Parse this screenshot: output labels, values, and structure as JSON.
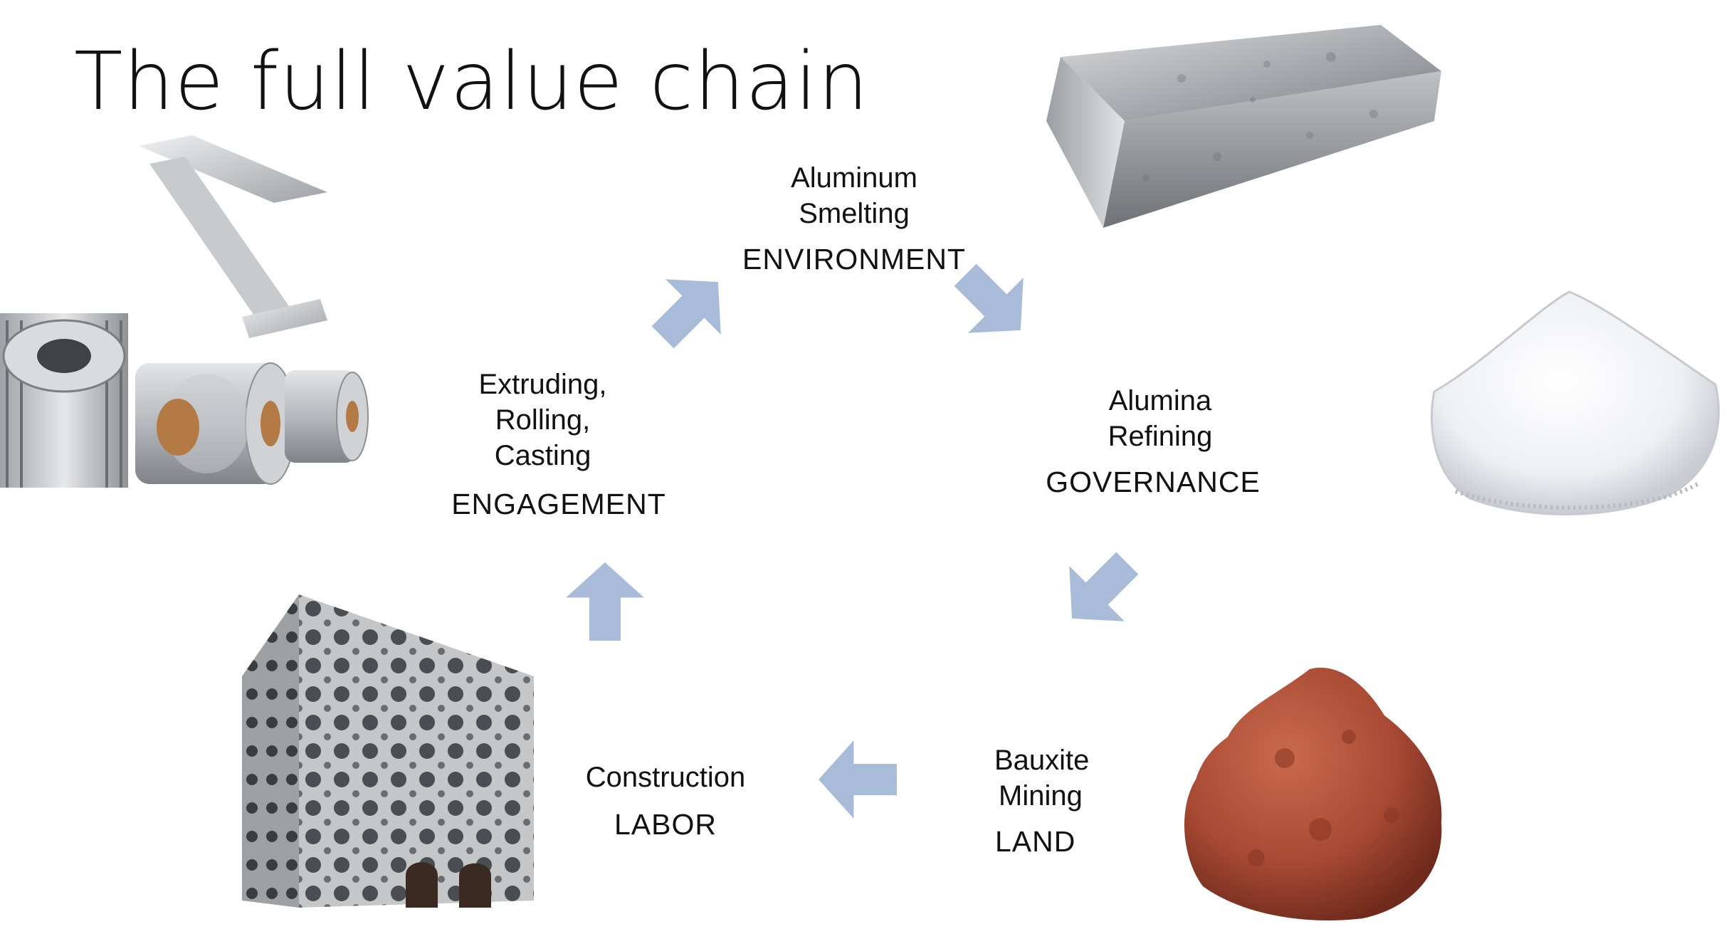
{
  "title": "The full value chain",
  "colors": {
    "arrow": "#a8bcda",
    "text": "#111111",
    "bauxite": "#a84a34",
    "aluminum": "#b8bcc0",
    "alumina": "#f2f4f8"
  },
  "stages": [
    {
      "id": "smelting",
      "lines": [
        "Aluminum",
        "Smelting"
      ],
      "theme": "ENVIRONMENT"
    },
    {
      "id": "refining",
      "lines": [
        "Alumina",
        "Refining"
      ],
      "theme": "GOVERNANCE"
    },
    {
      "id": "mining",
      "lines": [
        "Bauxite",
        "Mining"
      ],
      "theme": "LAND"
    },
    {
      "id": "construction",
      "lines": [
        "Construction"
      ],
      "theme": "LABOR"
    },
    {
      "id": "extruding",
      "lines": [
        "Extruding,",
        "Rolling,",
        "Casting"
      ],
      "theme": "ENGAGEMENT"
    }
  ],
  "images": [
    {
      "id": "aluminum-ingot",
      "icon": "ingot-photo"
    },
    {
      "id": "alumina-powder",
      "icon": "powder-photo"
    },
    {
      "id": "bauxite-rock",
      "icon": "rock-photo"
    },
    {
      "id": "perforated-building",
      "icon": "building-photo"
    },
    {
      "id": "aluminum-products",
      "icon": "products-photo"
    }
  ]
}
